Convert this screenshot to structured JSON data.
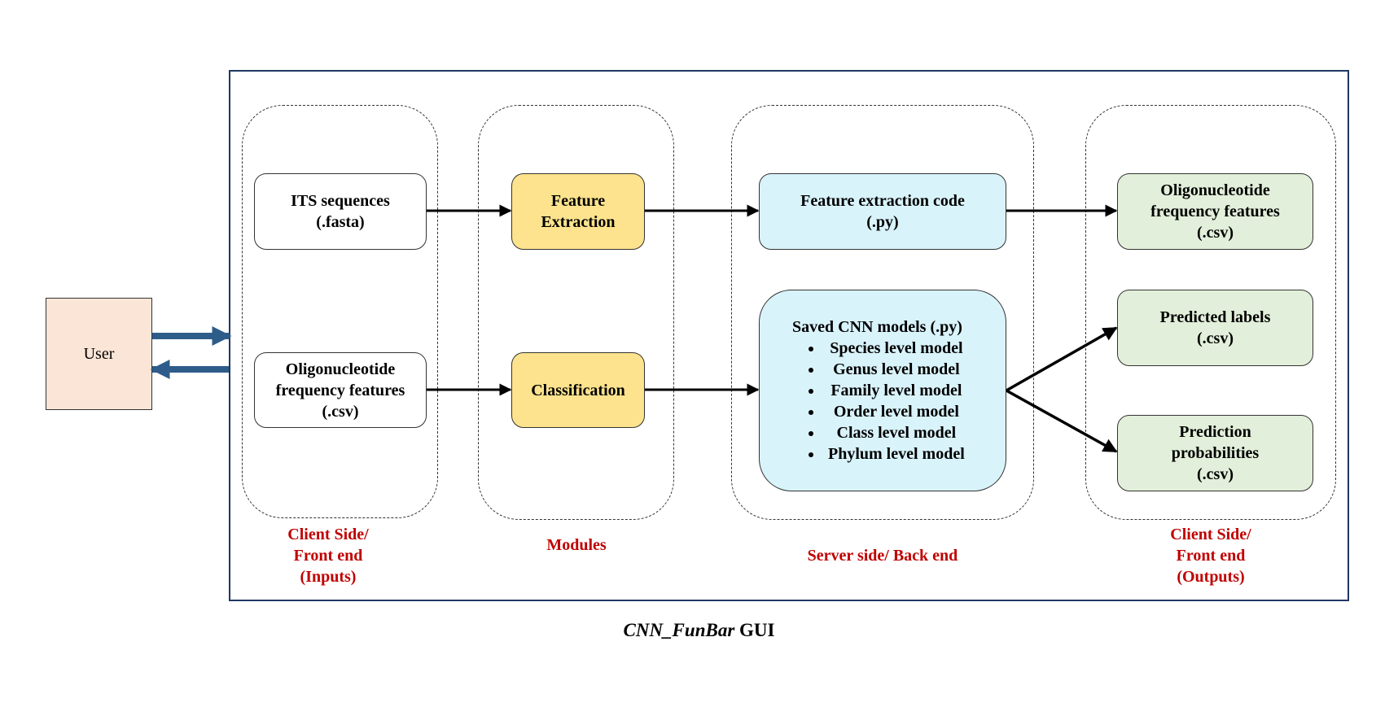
{
  "user": {
    "label": "User"
  },
  "groups": {
    "inputs": {
      "label": [
        "Client Side/",
        "Front end",
        "(Inputs)"
      ]
    },
    "modules": {
      "label": [
        "Modules"
      ]
    },
    "server": {
      "label": [
        "Server side/ Back end"
      ]
    },
    "outputs": {
      "label": [
        "Client Side/",
        "Front end",
        "(Outputs)"
      ]
    }
  },
  "nodes": {
    "its_sequences": [
      "ITS sequences",
      "(.fasta)"
    ],
    "oligo_input": [
      "Oligonucleotide",
      "frequency features",
      "(.csv)"
    ],
    "feature_extraction": [
      "Feature",
      "Extraction"
    ],
    "classification": [
      "Classification"
    ],
    "feature_code": [
      "Feature extraction code",
      "(.py)"
    ],
    "cnn_models": {
      "title": "Saved CNN models (.py)",
      "items": [
        "Species level model",
        "Genus level model",
        "Family level model",
        "Order level model",
        "Class level model",
        "Phylum level model"
      ]
    },
    "oligo_output": [
      "Oligonucleotide",
      "frequency features",
      "(.csv)"
    ],
    "predicted_labels": [
      "Predicted labels",
      "(.csv)"
    ],
    "prediction_probabilities": [
      "Prediction",
      "probabilities",
      "(.csv)"
    ]
  },
  "caption": {
    "italic": "CNN_FunBar",
    "rest": " GUI"
  },
  "colors": {
    "frame": "#1f3864",
    "group_label": "#c00000",
    "module_fill": "#fde38d",
    "server_fill": "#d9f3fb",
    "output_fill": "#e2efda",
    "user_fill": "#fbe5d6",
    "user_arrow": "#2e5c8a"
  }
}
